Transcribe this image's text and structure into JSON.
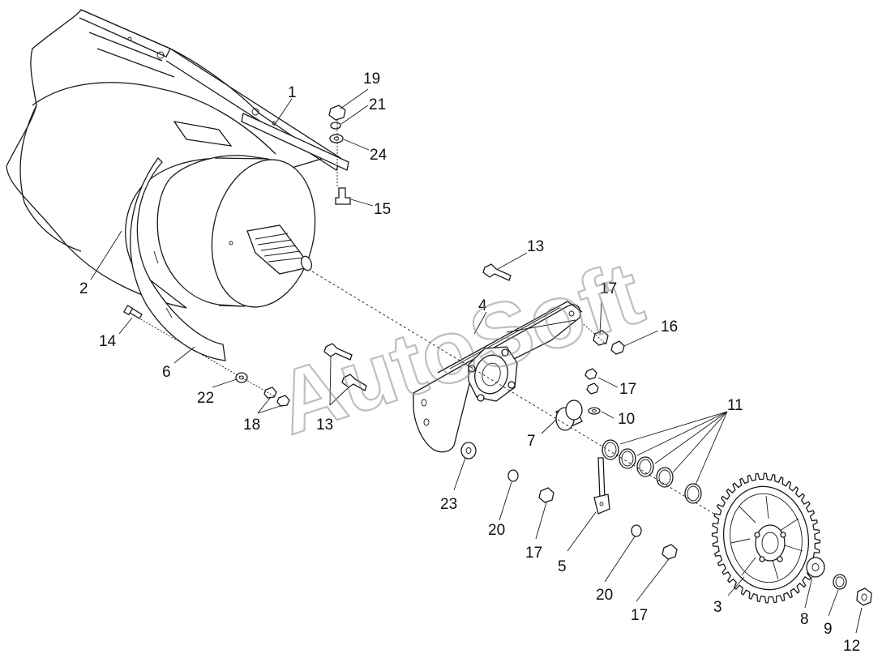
{
  "watermark": "AutoSoft",
  "labels": {
    "l1": "1",
    "l2": "2",
    "l3": "3",
    "l4": "4",
    "l5": "5",
    "l6": "6",
    "l7": "7",
    "l8": "8",
    "l9": "9",
    "l10": "10",
    "l11": "11",
    "l12": "12",
    "l13a": "13",
    "l13b": "13",
    "l14": "14",
    "l15": "15",
    "l16": "16",
    "l17a": "17",
    "l17b": "17",
    "l17c": "17",
    "l17d": "17",
    "l18": "18",
    "l19": "19",
    "l20a": "20",
    "l20b": "20",
    "l21": "21",
    "l22": "22",
    "l23": "23",
    "l24": "24"
  }
}
